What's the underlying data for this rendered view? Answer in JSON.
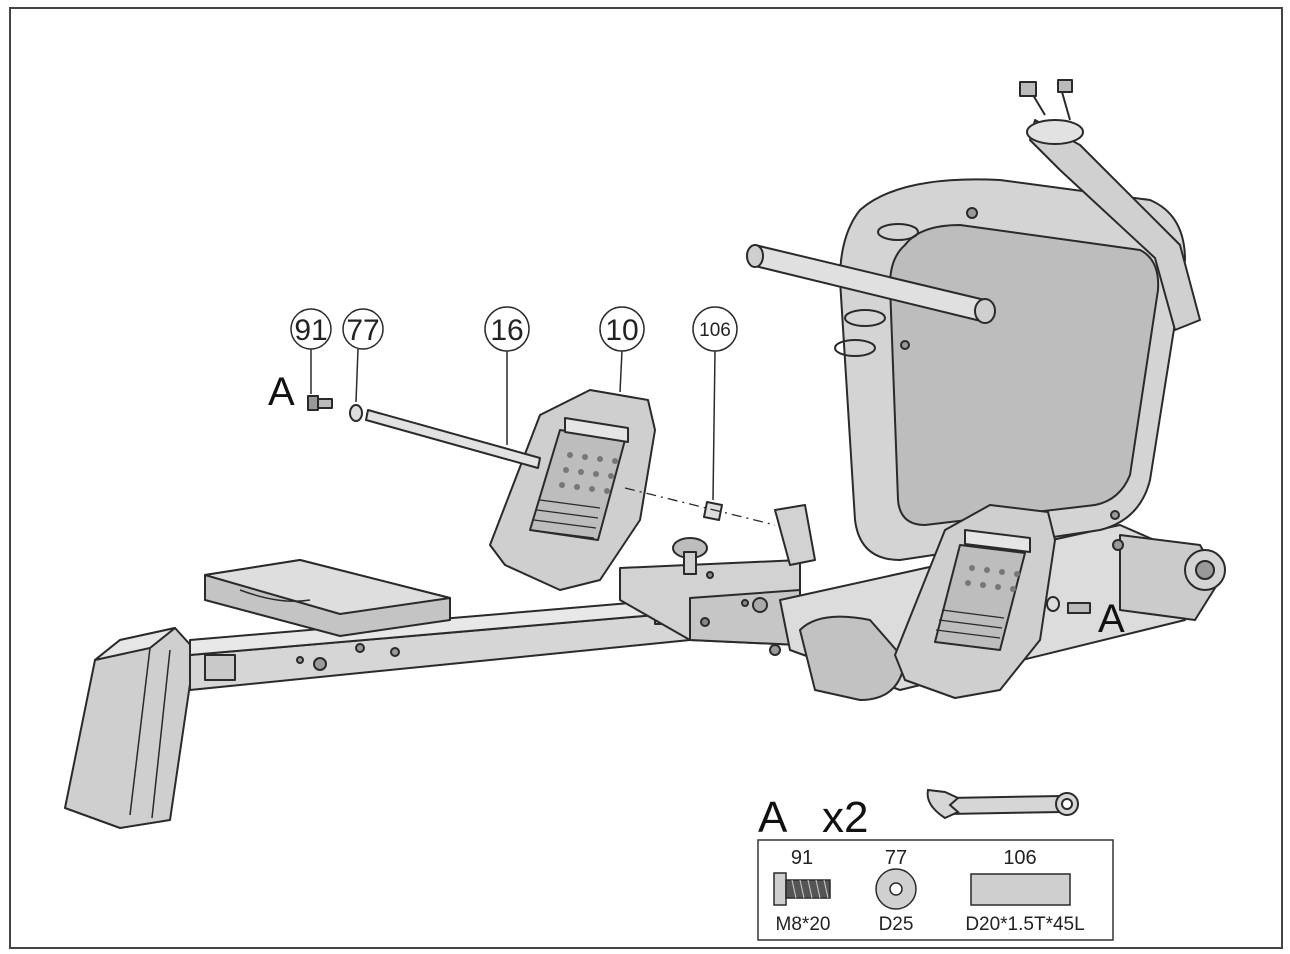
{
  "callouts": [
    {
      "id": "91",
      "label": "91"
    },
    {
      "id": "77",
      "label": "77"
    },
    {
      "id": "16",
      "label": "16"
    },
    {
      "id": "10",
      "label": "10"
    },
    {
      "id": "106",
      "label": "106"
    }
  ],
  "markers": {
    "left": "A",
    "right": "A"
  },
  "legend": {
    "letter": "A",
    "quantity": "x2",
    "parts": [
      {
        "number": "91",
        "spec": "M8*20",
        "icon": "bolt-icon"
      },
      {
        "number": "77",
        "spec": "D25",
        "icon": "washer-icon"
      },
      {
        "number": "106",
        "spec": "D20*1.5T*45L",
        "icon": "spacer-tube-icon"
      }
    ],
    "tool": "wrench-icon"
  },
  "colors": {
    "line": "#2a2a2a",
    "frame_fill": "#d9d9d9",
    "dark_fill": "#bdbdbd",
    "light_fill": "#ebebeb"
  }
}
